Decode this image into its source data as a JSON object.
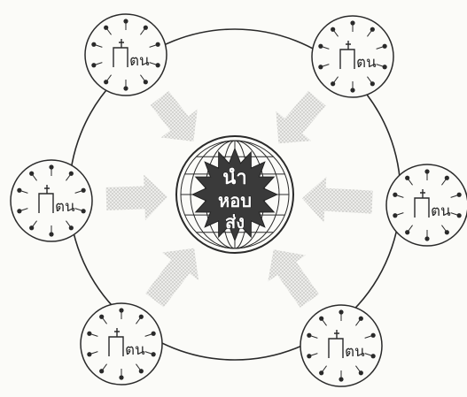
{
  "center": {
    "lines": [
      "นำ",
      "หอบ",
      "ส่ง"
    ]
  },
  "church_circles": [
    {
      "id": "top-left",
      "label": "ตน"
    },
    {
      "id": "top-right",
      "label": "ตน"
    },
    {
      "id": "left",
      "label": "ตน"
    },
    {
      "id": "right",
      "label": "ตน"
    },
    {
      "id": "bottom-left",
      "label": "ตน"
    },
    {
      "id": "bottom-right",
      "label": "ตน"
    }
  ],
  "colors": {
    "ink": "#2a2a2a",
    "arrow_fill": "#dcdcd8",
    "burst_fill": "#3a3a3a",
    "background": "#fbfbf8"
  }
}
